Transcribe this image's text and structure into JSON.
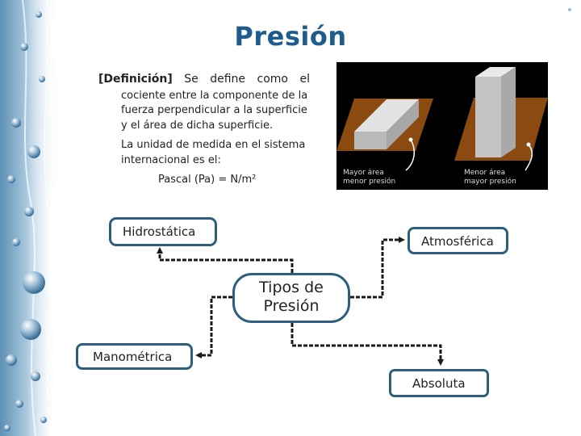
{
  "title": "Presión",
  "definition": {
    "label": "[Definición]",
    "lead": " Se define como el",
    "lines": [
      "cociente entre la componente de la",
      "fuerza perpendicular a la superficie",
      "y el área de dicha superficie.",
      "La unidad de medida en el sistema",
      "internacional es el:"
    ],
    "unit": "Pascal (Pa) = N/m²"
  },
  "image_labels": {
    "left_line1": "Mayor área",
    "left_line2": "menor presión",
    "right_line1": "Menor área",
    "right_line2": "mayor presión"
  },
  "diagram": {
    "center": [
      "Tipos de",
      "Presión"
    ],
    "nodes": [
      "Hidrostática",
      "Atmosférica",
      "Manométrica",
      "Absoluta"
    ]
  },
  "colors": {
    "title": "#1f5c8e",
    "node_border": "#2d5f7c",
    "connector": "#1a1a1a",
    "ground": "#8a4a10",
    "block": "#d0d0d0"
  }
}
